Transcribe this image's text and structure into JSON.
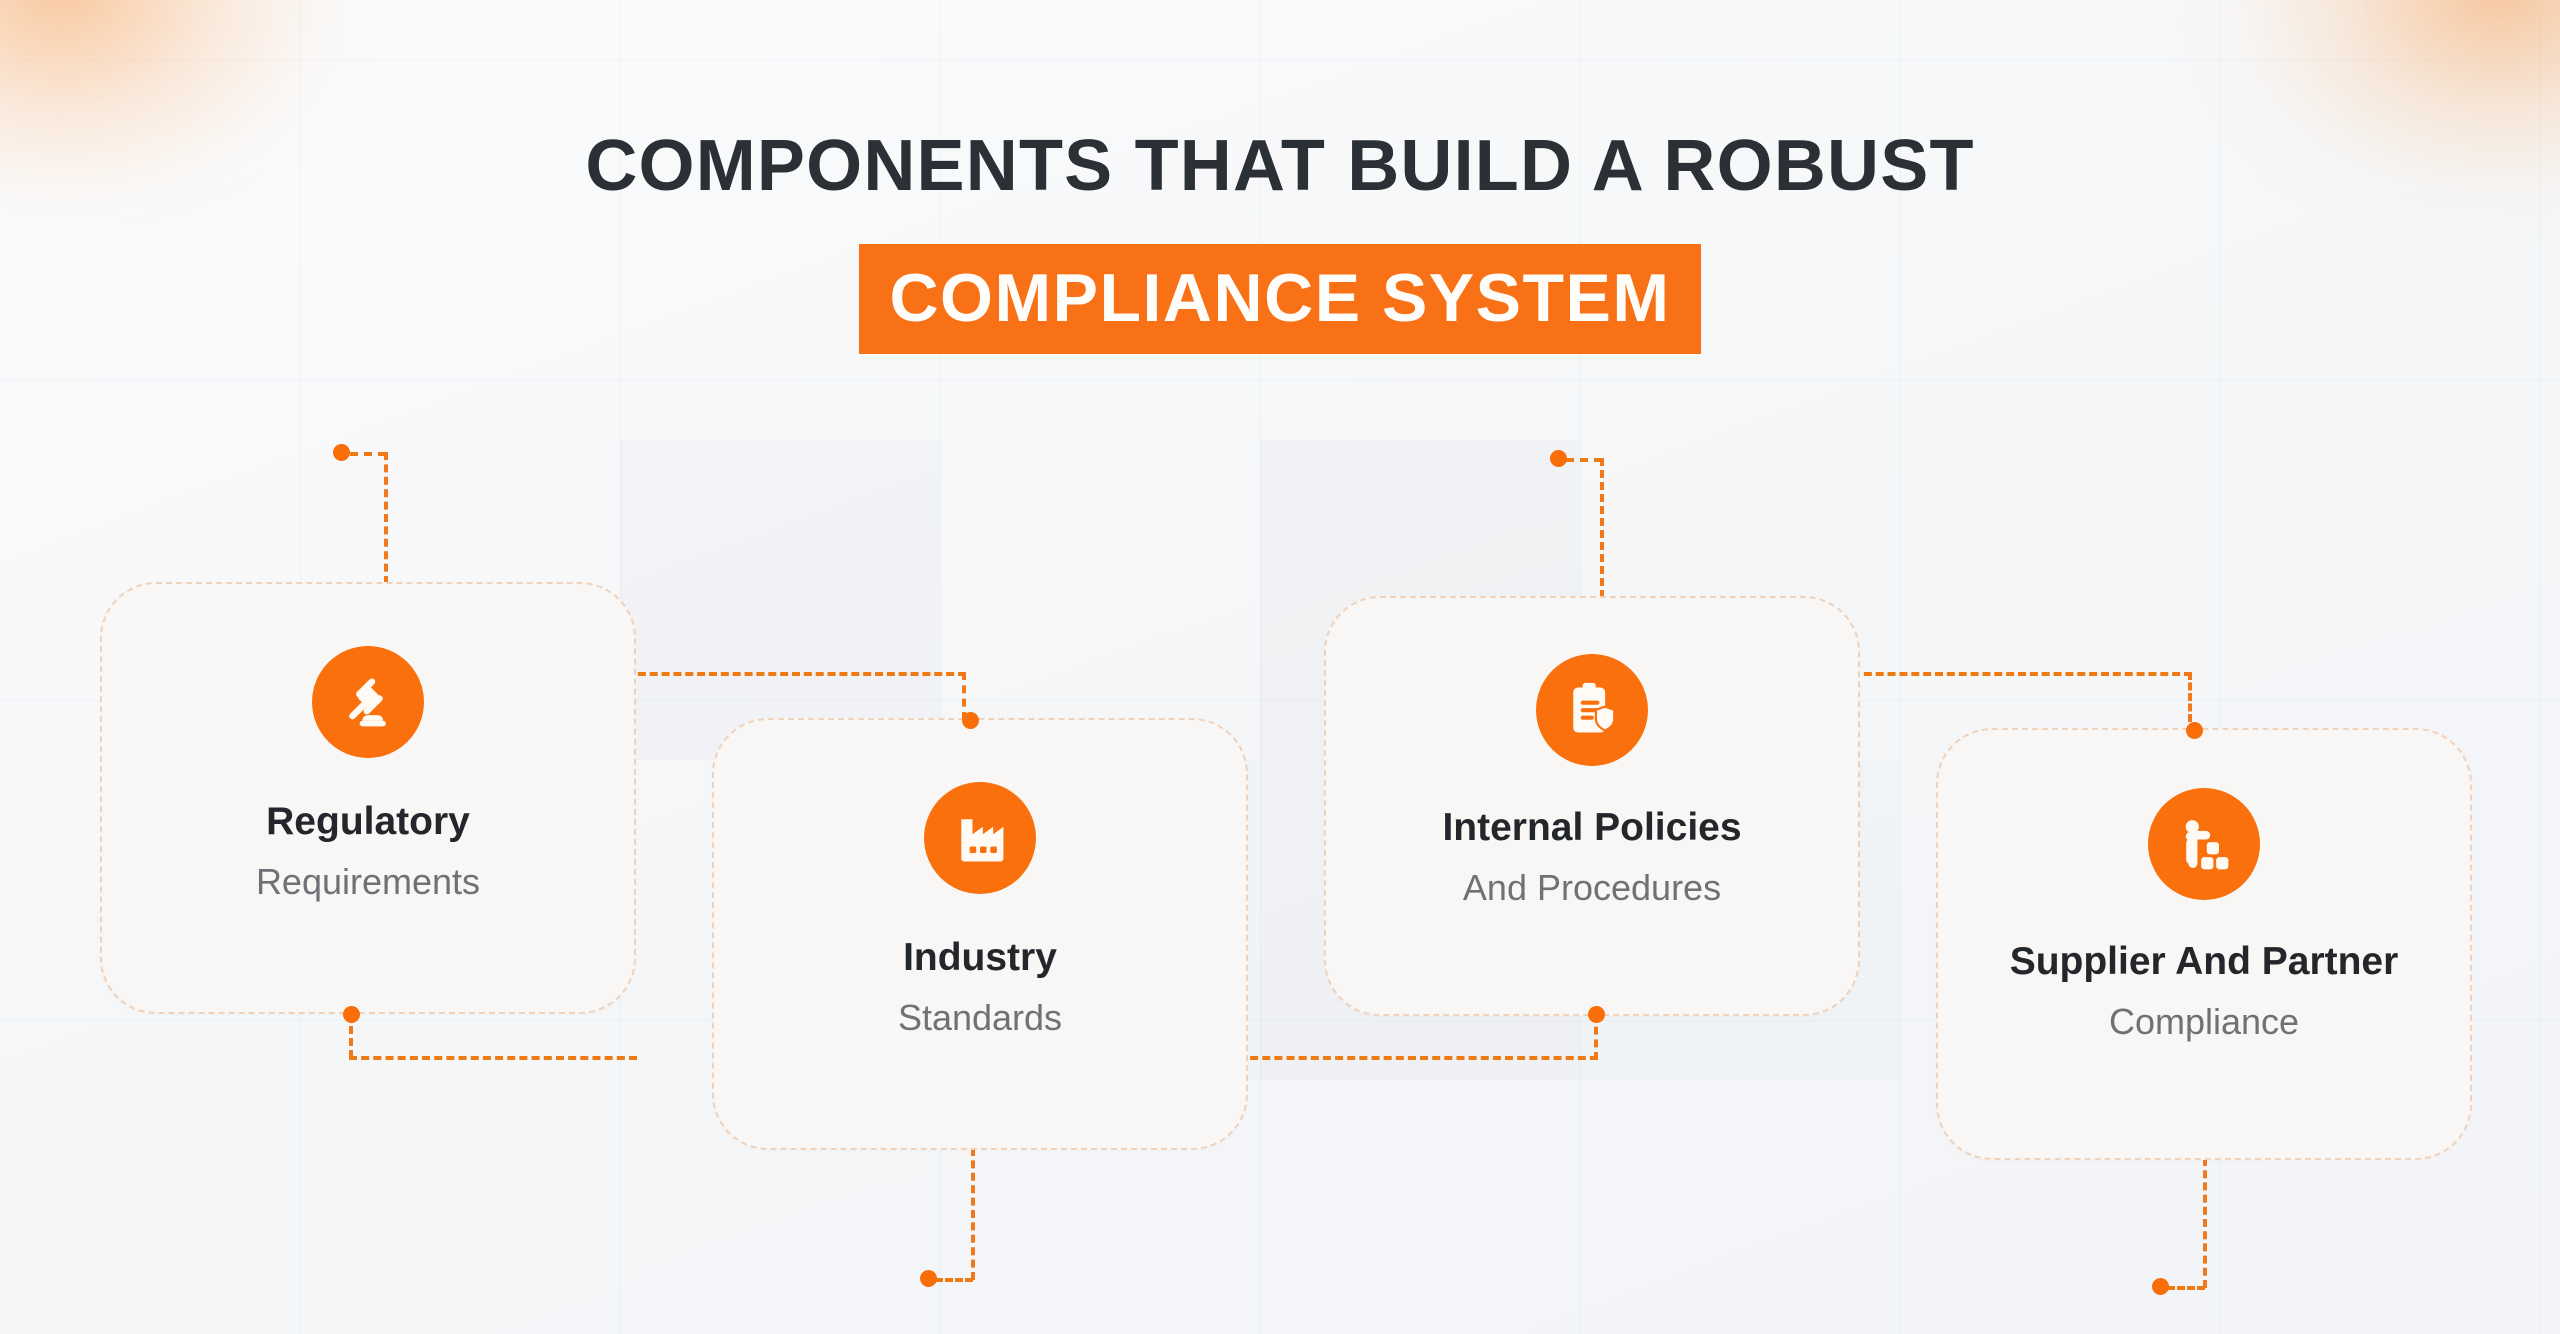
{
  "heading": {
    "line1": "COMPONENTS THAT BUILD A ROBUST",
    "highlight": "COMPLIANCE SYSTEM"
  },
  "theme": {
    "accent_orange": "#f9700d",
    "highlight_bg": "#f97116",
    "highlight_text": "#fffdf9",
    "heading_text": "#2b2f36",
    "card_bg": "#f8f7f5",
    "card_border": "#f0d2bb",
    "card_title_text": "#23262b",
    "card_sub_text": "#6e7277",
    "connector_line": "#ee7a12",
    "connector_dot": "#fa6e09",
    "page_bg": "#f6f7f9",
    "corner_glow": "#f7a054"
  },
  "cards": [
    {
      "id": "regulatory-requirements",
      "icon": "gavel-icon",
      "title": "Regulatory",
      "subtitle": "Requirements"
    },
    {
      "id": "industry-standards",
      "icon": "factory-icon",
      "title": "Industry",
      "subtitle": "Standards"
    },
    {
      "id": "internal-policies-and-procedures",
      "icon": "clipboard-shield-icon",
      "title": "Internal Policies",
      "subtitle": "And Procedures"
    },
    {
      "id": "supplier-and-partner-compliance",
      "icon": "supplier-boxes-icon",
      "title": "Supplier And Partner",
      "subtitle": "Compliance"
    }
  ]
}
